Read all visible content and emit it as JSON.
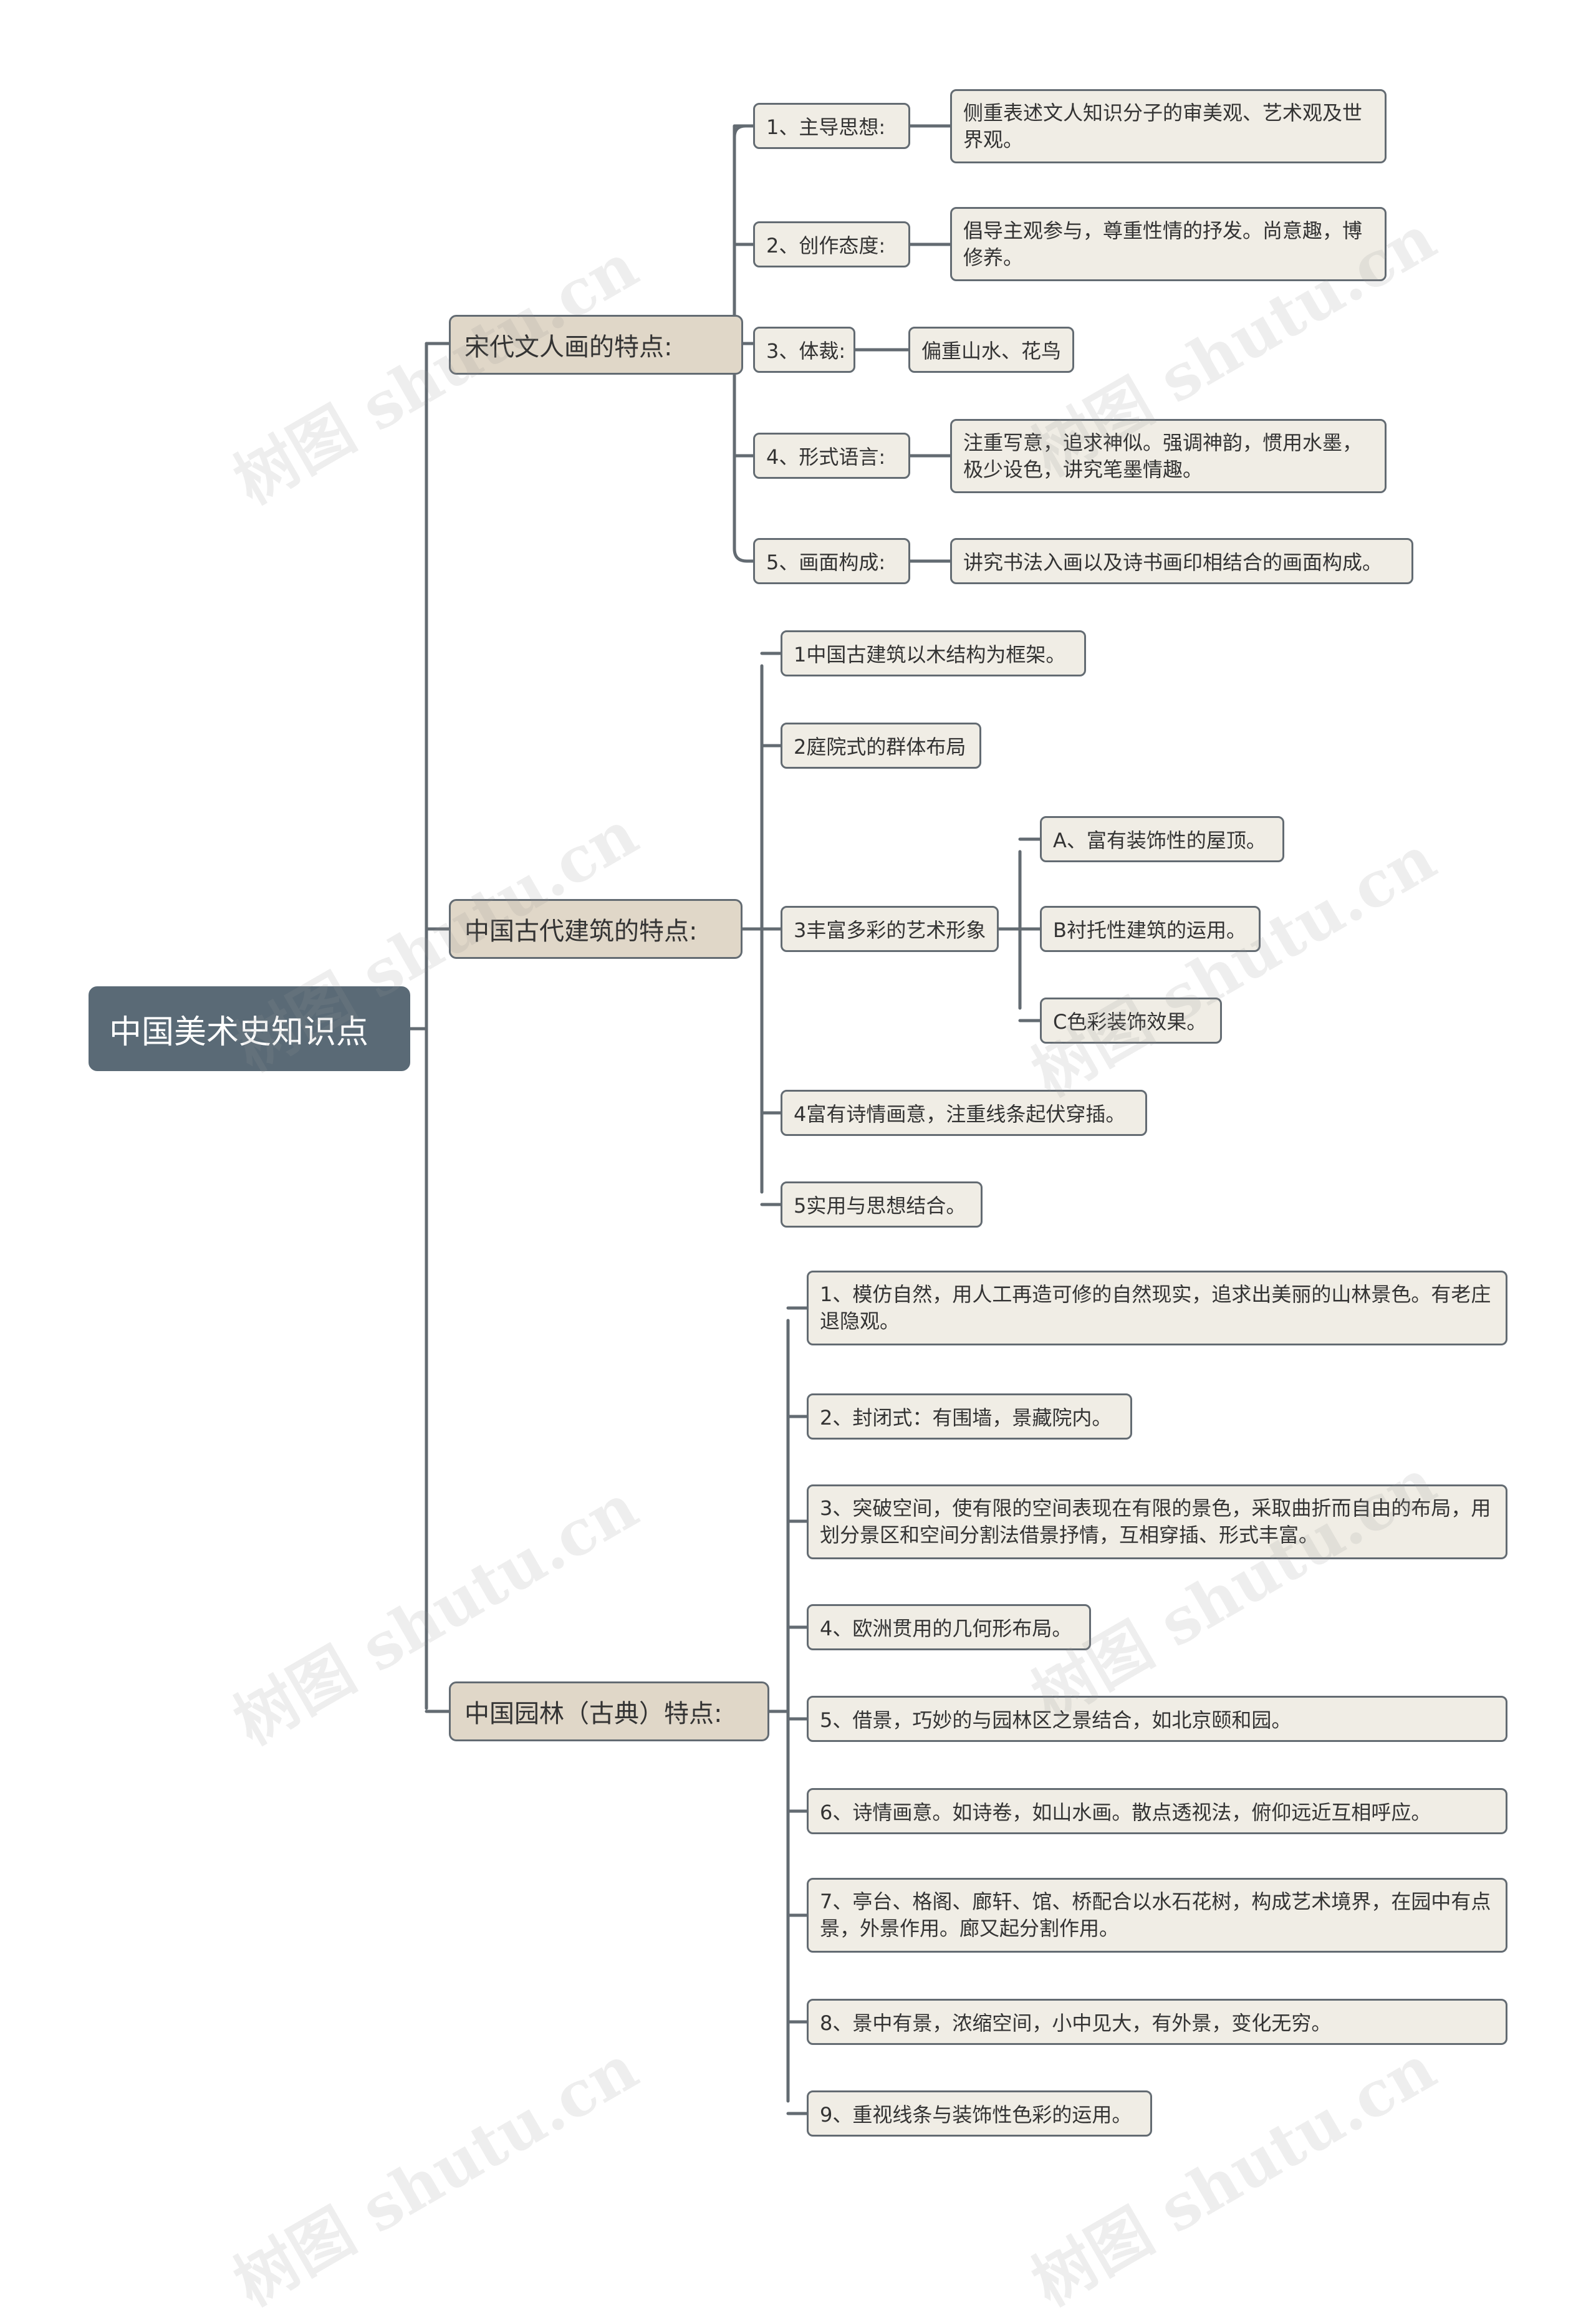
{
  "root": "中国美术史知识点",
  "song": {
    "title": "宋代文人画的特点:",
    "items": [
      {
        "label": "1、主导思想:",
        "desc": "侧重表述文人知识分子的审美观、艺术观及世界观。"
      },
      {
        "label": "2、创作态度:",
        "desc": "倡导主观参与，尊重性情的抒发。尚意趣，博修养。"
      },
      {
        "label": "3、体裁:",
        "desc": "偏重山水、花鸟"
      },
      {
        "label": "4、形式语言:",
        "desc": "注重写意，追求神似。强调神韵，惯用水墨，极少设色，讲究笔墨情趣。"
      },
      {
        "label": "5、画面构成:",
        "desc": "讲究书法入画以及诗书画印相结合的画面构成。"
      }
    ]
  },
  "arch": {
    "title": "中国古代建筑的特点:",
    "items": [
      "1中国古建筑以木结构为框架。",
      "2庭院式的群体布局",
      "3丰富多彩的艺术形象",
      "4富有诗情画意，注重线条起伏穿插。",
      "5实用与思想结合。"
    ],
    "sub": [
      "A、富有装饰性的屋顶。",
      "B衬托性建筑的运用。",
      "C色彩装饰效果。"
    ]
  },
  "garden": {
    "title": "中国园林（古典）特点:",
    "items": [
      "1、模仿自然，用人工再造可修的自然现实，追求出美丽的山林景色。有老庄退隐观。",
      "2、封闭式：有围墙，景藏院内。",
      "3、突破空间，使有限的空间表现在有限的景色，采取曲折而自由的布局，用划分景区和空间分割法借景抒情，互相穿插、形式丰富。",
      "4、欧洲贯用的几何形布局。",
      "5、借景，巧妙的与园林区之景结合，如北京颐和园。",
      "6、诗情画意。如诗卷，如山水画。散点透视法，俯仰远近互相呼应。",
      "7、亭台、格阁、廊轩、馆、桥配合以水石花树，构成艺术境界，在园中有点景，外景作用。廊又起分割作用。",
      "8、景中有景，浓缩空间，小中见大，有外景，变化无穷。",
      "9、重视线条与装饰性色彩的运用。"
    ]
  },
  "watermark": "树图 shutu.cn",
  "colors": {
    "line": "#636b72",
    "root_bg": "#5a6a76",
    "l1_bg": "#e0d7c8",
    "leaf_bg": "#f0ede5"
  }
}
